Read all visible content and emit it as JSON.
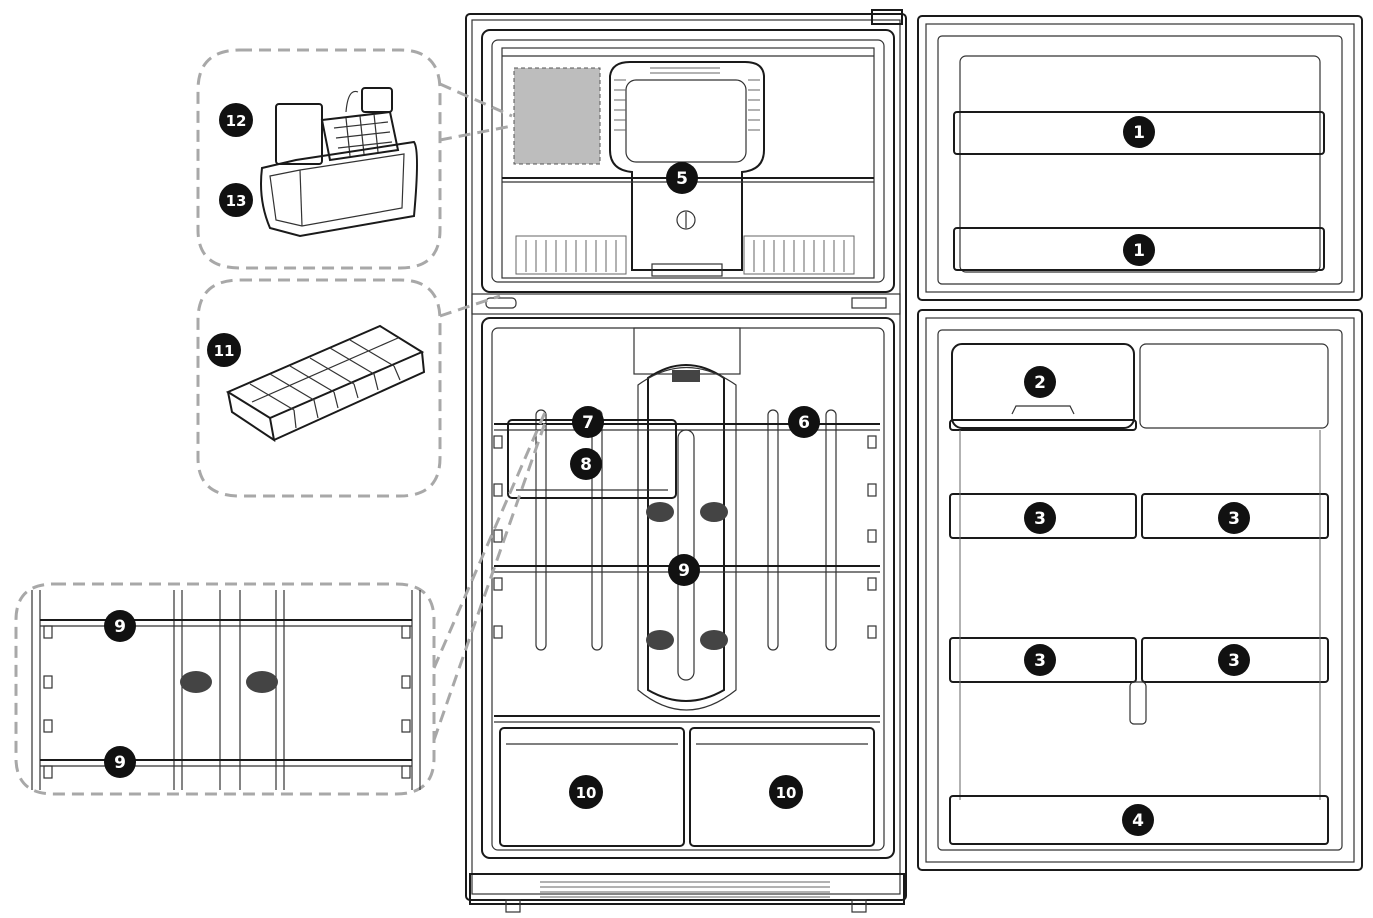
{
  "colors": {
    "line": "#1a1a1a",
    "dash": "#a8a8a8",
    "badge": "#111111",
    "shade": "#bdbdbd"
  },
  "callouts": {
    "c1a": "1",
    "c1b": "1",
    "c2": "2",
    "c3a": "3",
    "c3b": "3",
    "c3c": "3",
    "c3d": "3",
    "c4": "4",
    "c5": "5",
    "c6": "6",
    "c7": "7",
    "c8": "8",
    "c9": "9",
    "c10a": "10",
    "c10b": "10",
    "c11": "11",
    "c12": "12",
    "c13": "13",
    "c9a": "9",
    "c9b": "9"
  }
}
